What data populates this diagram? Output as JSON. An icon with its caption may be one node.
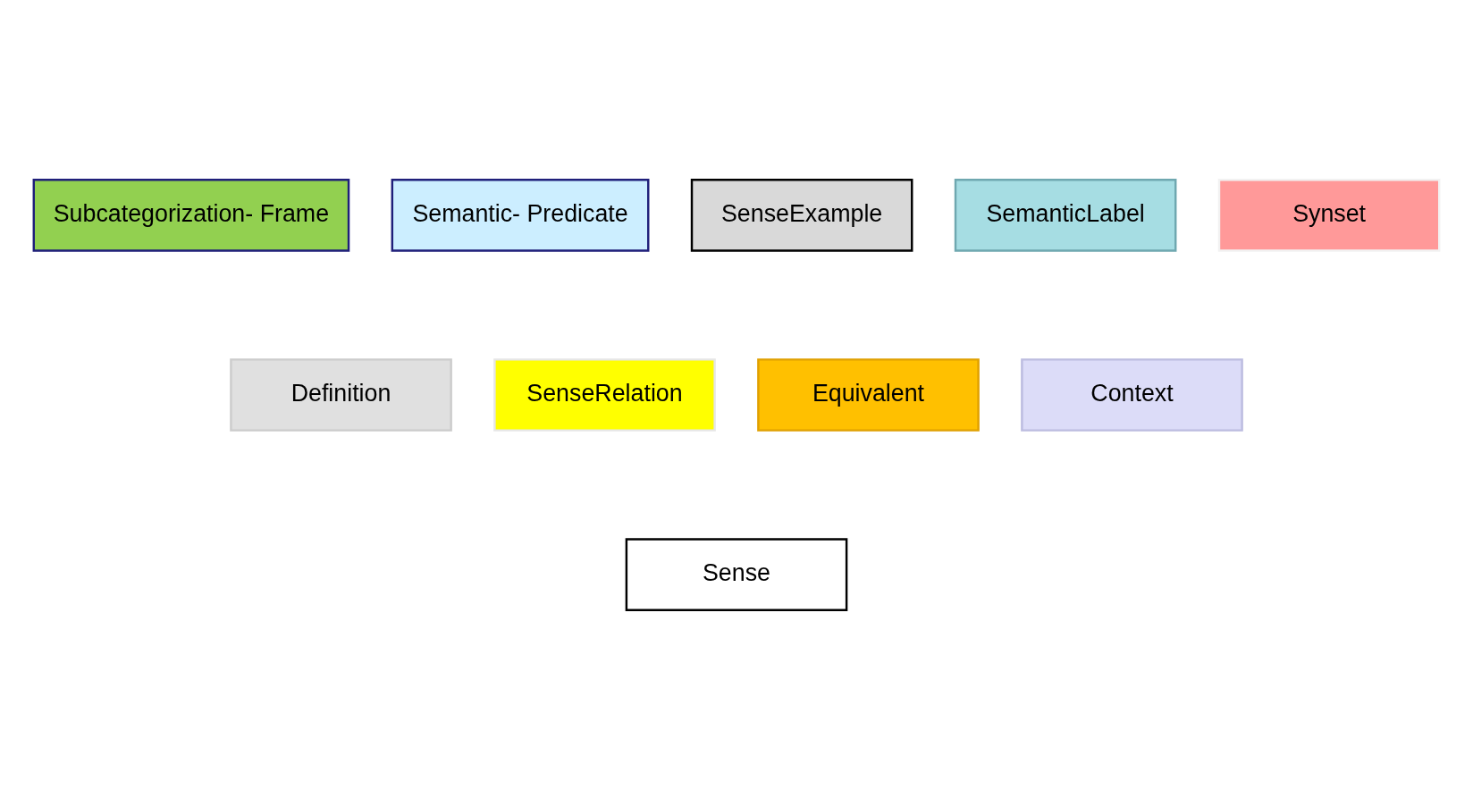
{
  "diagram": {
    "nodes": [
      {
        "text": [
          "SenseExample"
        ]
      },
      {
        "text": [
          "SemanticLabel"
        ]
      },
      {
        "text": [
          "Synset"
        ]
      },
      {
        "text": [
          "Subcategorization- Frame"
        ]
      },
      {
        "text": [
          "Semantic- Predicate"
        ]
      },
      {
        "text": [
          "Sense"
        ]
      },
      {
        "text": [
          "Definition"
        ]
      },
      {
        "text": [
          "SenseRelation"
        ]
      },
      {
        "text": [
          "Equivalent"
        ]
      },
      {
        "text": [
          "Context"
        ]
      }
    ]
  }
}
